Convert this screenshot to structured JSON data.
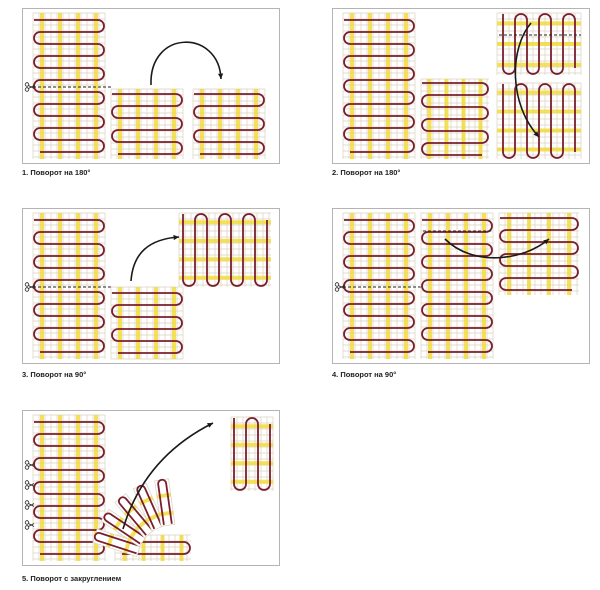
{
  "diagrams": [
    {
      "caption": "1. Поворот на 180°"
    },
    {
      "caption": "2. Поворот на 180°"
    },
    {
      "caption": "3. Поворот на 90°"
    },
    {
      "caption": "4. Поворот на 90°"
    },
    {
      "caption": "5. Поворот с закруглением"
    }
  ],
  "colors": {
    "cable": "#7a1e2e",
    "mesh": "#d9d2bf",
    "tape": "#f2dc3c",
    "frame": "#b4b4b4",
    "arrow": "#1a1a1a"
  }
}
